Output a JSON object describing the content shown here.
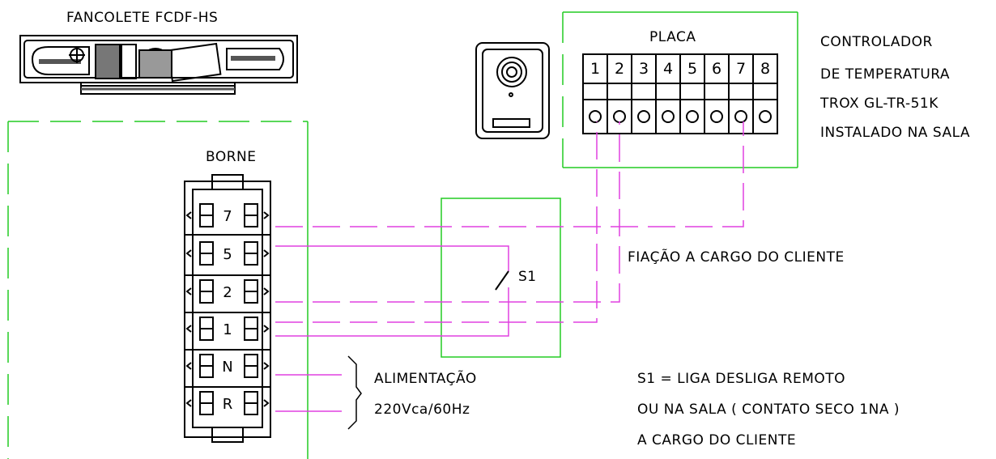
{
  "fancoil": {
    "label": "FANCOLETE FCDF-HS"
  },
  "terminal_block": {
    "label": "BORNE",
    "terminals": [
      "7",
      "5",
      "2",
      "1",
      "N",
      "R"
    ]
  },
  "controller_board": {
    "label": "PLACA",
    "terminals": [
      "1",
      "2",
      "3",
      "4",
      "5",
      "6",
      "7",
      "8"
    ]
  },
  "controller_description": [
    "CONTROLADOR",
    "DE TEMPERATURA",
    "TROX   GL-TR-51K",
    "INSTALADO NA SALA"
  ],
  "switch": {
    "label": "S1"
  },
  "wiring_note": "FIAÇÃO A CARGO DO CLIENTE",
  "power_supply": [
    "ALIMENTAÇÃO",
    "220Vca/60Hz"
  ],
  "switch_note": [
    "S1  =  LIGA DESLIGA REMOTO",
    "OU NA SALA  (  CONTATO SECO 1NA  )",
    "A CARGO DO CLIENTE"
  ],
  "colors": {
    "enclosure_line": "#22cc22",
    "wire": "#e040e0",
    "outline": "#000000"
  }
}
